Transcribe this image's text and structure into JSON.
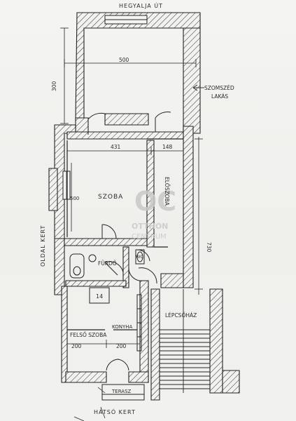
{
  "title": "Floor plan sketch",
  "labels": {
    "street_top": "HEGYALJA ÚT",
    "neighbor_line1": "SZOMSZÉD",
    "neighbor_line2": "LAKÁS",
    "side_garden": "OLDAL KERT",
    "back_garden": "HÁTSÓ KERT",
    "room_main": "SZOBA",
    "room_hall": "ELŐSZOBA",
    "room_bath": "FÜRDŐ",
    "room_wc": "WC",
    "room_upper": "FELSŐ SZOBA",
    "room_kitchen": "KONYHA",
    "room_terrace": "TERASZ",
    "stairwell": "LÉPCSŐHÁZ"
  },
  "dimensions": {
    "top_width": "500",
    "top_height": "300",
    "main_width": "431",
    "side_width": "148",
    "main_height": "500",
    "stair_height": "730",
    "upper_left": "200",
    "upper_right": "200"
  },
  "watermark": {
    "mark": "OC",
    "line1": "OTTHON",
    "line2": "CENTRUM"
  },
  "colors": {
    "ink": "#232323",
    "paper": "#f1f1ef",
    "watermark": "#c9c9c9"
  }
}
